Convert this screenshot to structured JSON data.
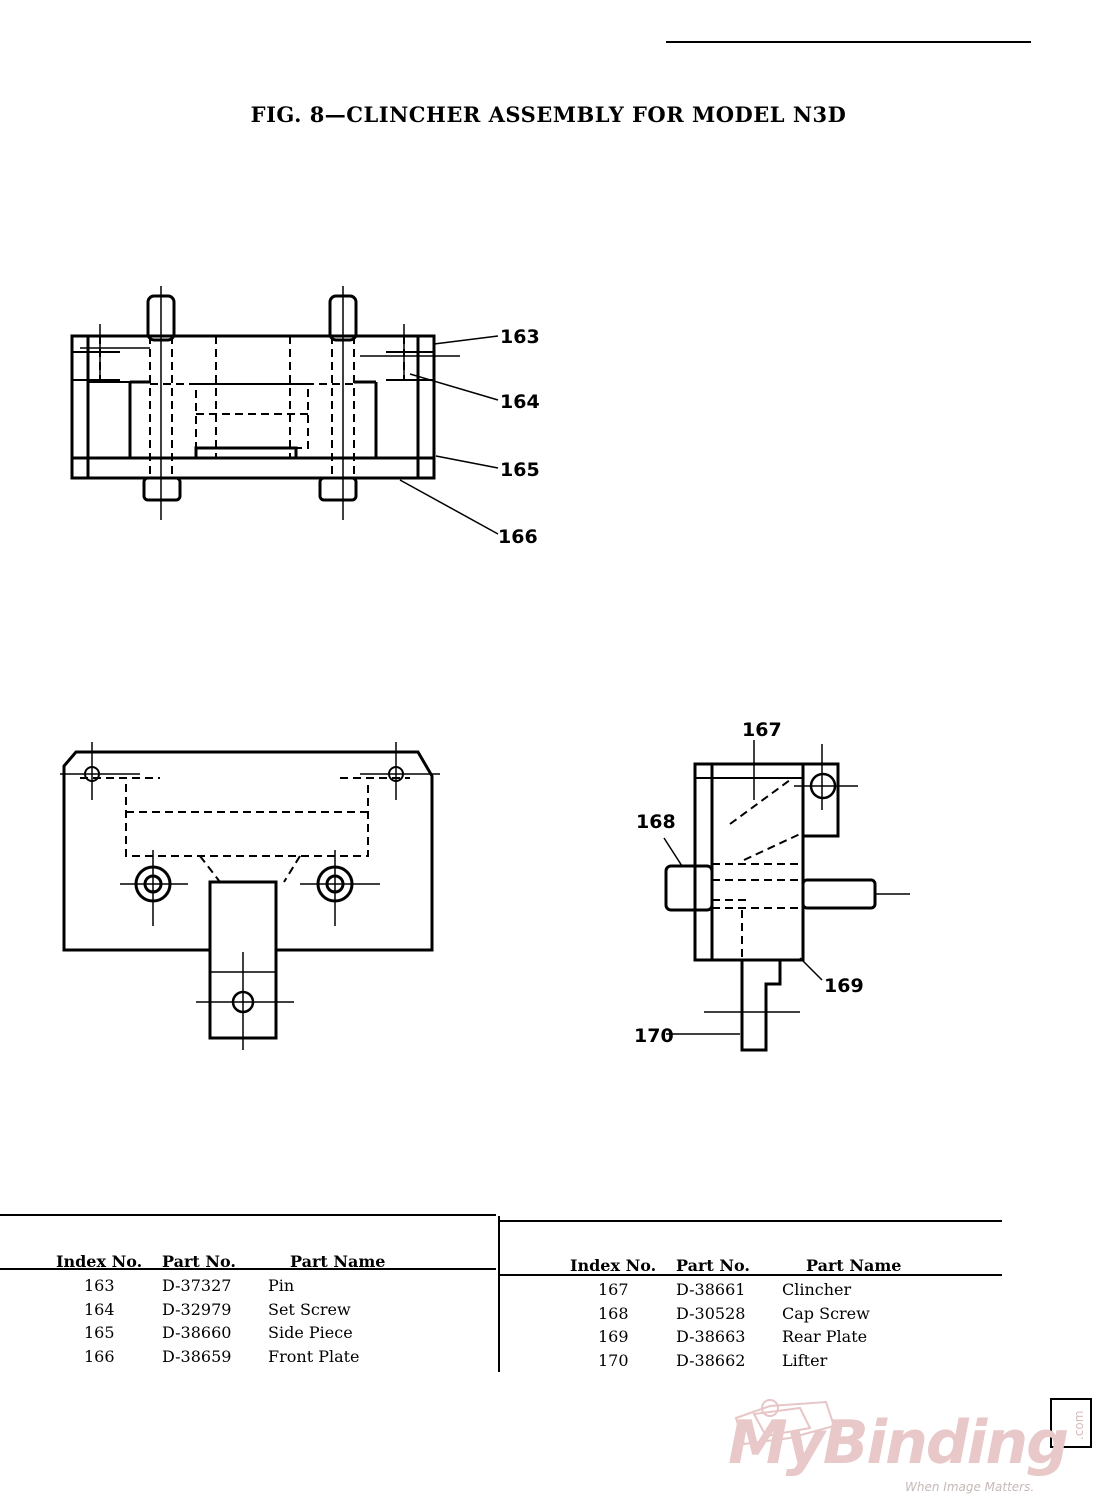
{
  "figure": {
    "title": "FIG. 8—CLINCHER ASSEMBLY FOR MODEL N3D",
    "callouts": [
      "163",
      "164",
      "165",
      "166",
      "167",
      "168",
      "169",
      "170"
    ]
  },
  "parts_table": {
    "headers": {
      "index": "Index No.",
      "part_no": "Part No.",
      "part_name": "Part Name"
    },
    "left": [
      {
        "index": "163",
        "part_no": "D-37327",
        "part_name": "Pin"
      },
      {
        "index": "164",
        "part_no": "D-32979",
        "part_name": "Set Screw"
      },
      {
        "index": "165",
        "part_no": "D-38660",
        "part_name": "Side Piece"
      },
      {
        "index": "166",
        "part_no": "D-38659",
        "part_name": "Front Plate"
      }
    ],
    "right": [
      {
        "index": "167",
        "part_no": "D-38661",
        "part_name": "Clincher"
      },
      {
        "index": "168",
        "part_no": "D-30528",
        "part_name": "Cap Screw"
      },
      {
        "index": "169",
        "part_no": "D-38663",
        "part_name": "Rear Plate"
      },
      {
        "index": "170",
        "part_no": "D-38662",
        "part_name": "Lifter"
      }
    ]
  },
  "watermark": {
    "brand": "MyBinding",
    "tagline": "When Image Matters.",
    "suffix": ".com"
  },
  "colors": {
    "ink": "#000000",
    "watermark": "#e8c8c8"
  }
}
